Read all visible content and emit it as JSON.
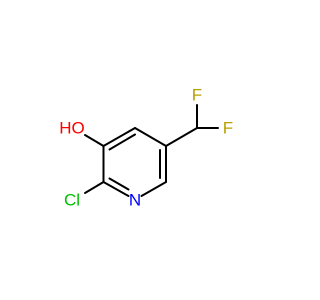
{
  "molecule": {
    "atoms": {
      "hydroxyl": {
        "text": "HO",
        "color": "#ff0000"
      },
      "chlorine": {
        "text": "Cl",
        "color": "#00c000"
      },
      "nitrogen": {
        "text": "N",
        "color": "#0000ff"
      },
      "fluorine_top": {
        "text": "F",
        "color": "#b8a000"
      },
      "fluorine_right": {
        "text": "F",
        "color": "#b8a000"
      }
    }
  }
}
